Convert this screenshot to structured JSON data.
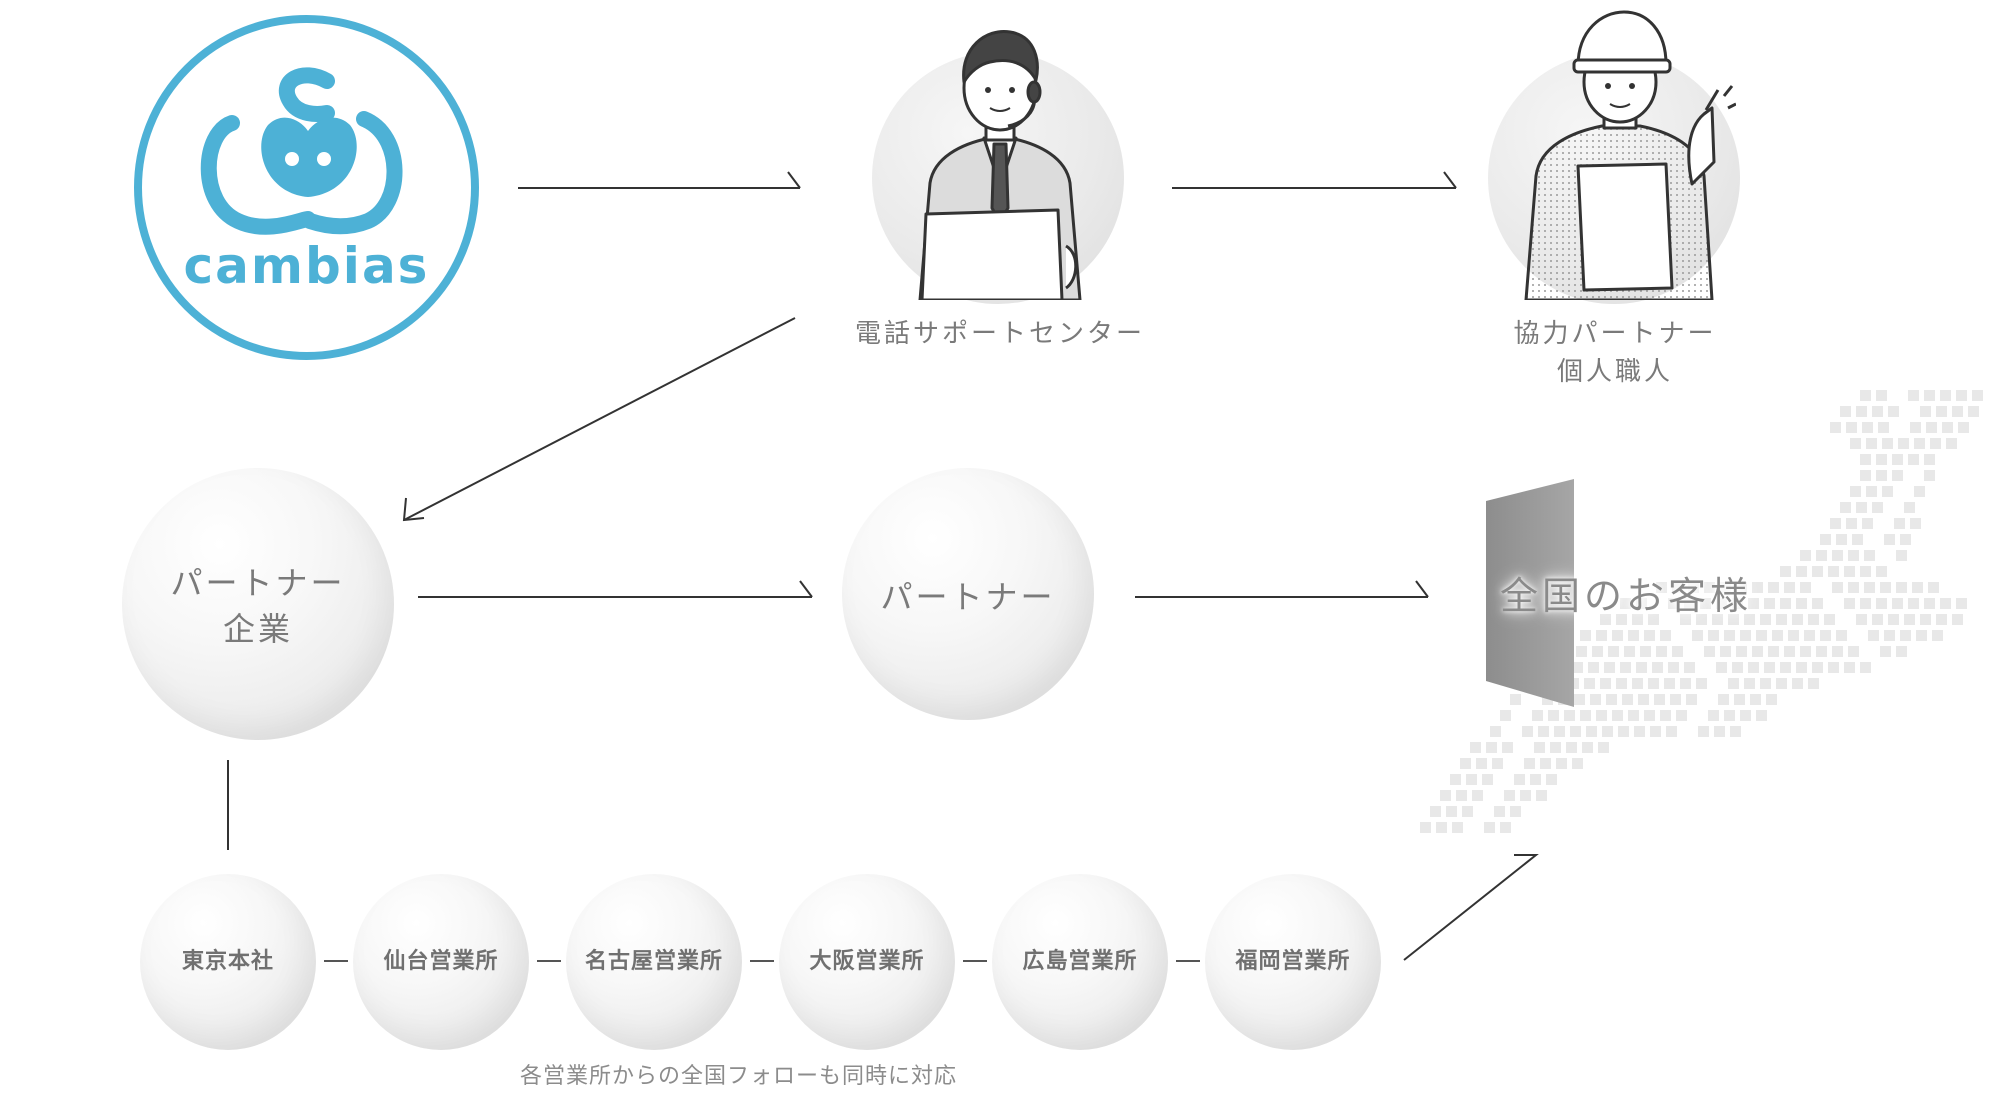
{
  "logo": {
    "wordmark": "cambias",
    "brand_color": "#4db1d6"
  },
  "support_center": {
    "label": "電話サポートセンター"
  },
  "craftsman": {
    "label_line1": "協力パートナー",
    "label_line2": "個人職人"
  },
  "partner_company": {
    "label_line1": "パートナー",
    "label_line2": "企業"
  },
  "partner": {
    "label": "パートナー"
  },
  "customers": {
    "label": "全国のお客様"
  },
  "offices": [
    {
      "label": "東京本社"
    },
    {
      "label": "仙台営業所"
    },
    {
      "label": "名古屋営業所"
    },
    {
      "label": "大阪営業所"
    },
    {
      "label": "広島営業所"
    },
    {
      "label": "福岡営業所"
    }
  ],
  "footnote": "各営業所からの全国フォローも同時に対応",
  "colors": {
    "line": "#333333",
    "text": "#7a7a7a",
    "map_dots": "#e8e8e8",
    "panel": "#9a9a9a"
  }
}
